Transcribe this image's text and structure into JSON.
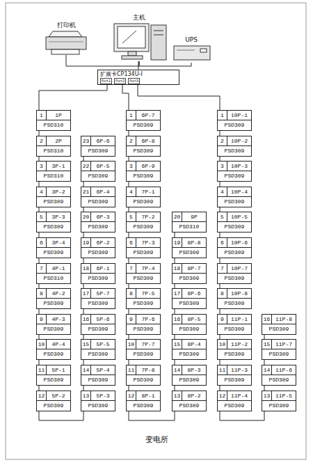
{
  "diagram": {
    "caption": "变电所",
    "nodes": [
      {
        "text": [
          "打印机"
        ]
      },
      {
        "text": [
          "主机"
        ]
      },
      {
        "text": [
          "UPS"
        ]
      },
      {
        "text": [
          "扩展卡CP134U-I",
          "Port1",
          "Port2",
          "Port3"
        ]
      },
      {
        "text": [
          "1",
          "1P",
          "PSD310"
        ]
      },
      {
        "text": [
          "2",
          "2P",
          "PSD310"
        ]
      },
      {
        "text": [
          "3",
          "3P-1",
          "PSD310"
        ]
      },
      {
        "text": [
          "4",
          "3P-2",
          "PSD309"
        ]
      },
      {
        "text": [
          "5",
          "3P-3",
          "PSD309"
        ]
      },
      {
        "text": [
          "6",
          "3P-4",
          "PSD309"
        ]
      },
      {
        "text": [
          "7",
          "4P-1",
          "PSD310"
        ]
      },
      {
        "text": [
          "8",
          "4P-2",
          "PSD309"
        ]
      },
      {
        "text": [
          "9",
          "4P-3",
          "PSD309"
        ]
      },
      {
        "text": [
          "10",
          "4P-4",
          "PSD309"
        ]
      },
      {
        "text": [
          "11",
          "5P-1",
          "PSD309"
        ]
      },
      {
        "text": [
          "12",
          "5P-2",
          "PSD309"
        ]
      },
      {
        "text": [
          "13",
          "5P-3",
          "PSD309"
        ]
      },
      {
        "text": [
          "14",
          "5P-4",
          "PSD309"
        ]
      },
      {
        "text": [
          "15",
          "5P-5",
          "PSD309"
        ]
      },
      {
        "text": [
          "16",
          "5P-6",
          "PSD309"
        ]
      },
      {
        "text": [
          "17",
          "5P-7",
          "PSD309"
        ]
      },
      {
        "text": [
          "18",
          "6P-1",
          "PSD309"
        ]
      },
      {
        "text": [
          "19",
          "6P-2",
          "PSD309"
        ]
      },
      {
        "text": [
          "20",
          "6P-3",
          "PSD309"
        ]
      },
      {
        "text": [
          "21",
          "6P-4",
          "PSD309"
        ]
      },
      {
        "text": [
          "22",
          "6P-5",
          "PSD309"
        ]
      },
      {
        "text": [
          "23",
          "6P-6",
          "PSD309"
        ]
      },
      {
        "text": [
          "1",
          "6P-7",
          "PSD309"
        ]
      },
      {
        "text": [
          "2",
          "6P-8",
          "PSD309"
        ]
      },
      {
        "text": [
          "3",
          "6P-9",
          "PSD309"
        ]
      },
      {
        "text": [
          "4",
          "7P-1",
          "PSD309"
        ]
      },
      {
        "text": [
          "5",
          "7P-2",
          "PSD309"
        ]
      },
      {
        "text": [
          "6",
          "7P-3",
          "PSD309"
        ]
      },
      {
        "text": [
          "7",
          "7P-4",
          "PSD309"
        ]
      },
      {
        "text": [
          "8",
          "7P-5",
          "PSD309"
        ]
      },
      {
        "text": [
          "9",
          "7P-6",
          "PSD309"
        ]
      },
      {
        "text": [
          "10",
          "7P-7",
          "PSD309"
        ]
      },
      {
        "text": [
          "11",
          "7P-8",
          "PSD309"
        ]
      },
      {
        "text": [
          "12",
          "8P-1",
          "PSD309"
        ]
      },
      {
        "text": [
          "13",
          "8P-2",
          "PSD309"
        ]
      },
      {
        "text": [
          "14",
          "8P-3",
          "PSD309"
        ]
      },
      {
        "text": [
          "15",
          "8P-4",
          "PSD309"
        ]
      },
      {
        "text": [
          "16",
          "8P-5",
          "PSD309"
        ]
      },
      {
        "text": [
          "17",
          "8P-6",
          "PSD309"
        ]
      },
      {
        "text": [
          "18",
          "8P-7",
          "PSD309"
        ]
      },
      {
        "text": [
          "19",
          "8P-8",
          "PSD309"
        ]
      },
      {
        "text": [
          "20",
          "9P",
          "PSD310"
        ]
      },
      {
        "text": [
          "1",
          "10P-1",
          "PSD309"
        ]
      },
      {
        "text": [
          "2",
          "10P-2",
          "PSD309"
        ]
      },
      {
        "text": [
          "3",
          "10P-3",
          "PSD309"
        ]
      },
      {
        "text": [
          "4",
          "10P-4",
          "PSD309"
        ]
      },
      {
        "text": [
          "5",
          "10P-5",
          "PSD309"
        ]
      },
      {
        "text": [
          "6",
          "10P-6",
          "PSD309"
        ]
      },
      {
        "text": [
          "7",
          "10P-7",
          "PSD309"
        ]
      },
      {
        "text": [
          "8",
          "10P-8",
          "PSD309"
        ]
      },
      {
        "text": [
          "9",
          "11P-1",
          "PSD309"
        ]
      },
      {
        "text": [
          "10",
          "11P-2",
          "PSD309"
        ]
      },
      {
        "text": [
          "11",
          "11P-3",
          "PSD309"
        ]
      },
      {
        "text": [
          "12",
          "11P-4",
          "PSD309"
        ]
      },
      {
        "text": [
          "13",
          "11P-5",
          "PSD309"
        ]
      },
      {
        "text": [
          "14",
          "11P-6",
          "PSD309"
        ]
      },
      {
        "text": [
          "15",
          "11P-7",
          "PSD309"
        ]
      },
      {
        "text": [
          "16",
          "11P-8",
          "PSD309"
        ]
      }
    ],
    "edges": [
      {
        "from": 1,
        "to": 0,
        "arrow": "none"
      },
      {
        "from": 1,
        "to": 2,
        "arrow": "none"
      },
      {
        "from": 1,
        "to": 3,
        "arrow": "none"
      },
      {
        "from": 3,
        "to": 4,
        "arrow": "none"
      },
      {
        "from": 3,
        "to": 27,
        "arrow": "none"
      },
      {
        "from": 3,
        "to": 47,
        "arrow": "none"
      },
      {
        "from": 4,
        "to": 5,
        "arrow": "none"
      },
      {
        "from": 5,
        "to": 6,
        "arrow": "none"
      },
      {
        "from": 6,
        "to": 7,
        "arrow": "none"
      },
      {
        "from": 7,
        "to": 8,
        "arrow": "none"
      },
      {
        "from": 8,
        "to": 9,
        "arrow": "none"
      },
      {
        "from": 9,
        "to": 10,
        "arrow": "none"
      },
      {
        "from": 10,
        "to": 11,
        "arrow": "none"
      },
      {
        "from": 11,
        "to": 12,
        "arrow": "none"
      },
      {
        "from": 12,
        "to": 13,
        "arrow": "none"
      },
      {
        "from": 13,
        "to": 14,
        "arrow": "none"
      },
      {
        "from": 14,
        "to": 15,
        "arrow": "none"
      },
      {
        "from": 15,
        "to": 16,
        "arrow": "none"
      },
      {
        "from": 16,
        "to": 17,
        "arrow": "none"
      },
      {
        "from": 17,
        "to": 18,
        "arrow": "none"
      },
      {
        "from": 18,
        "to": 19,
        "arrow": "none"
      },
      {
        "from": 19,
        "to": 20,
        "arrow": "none"
      },
      {
        "from": 20,
        "to": 21,
        "arrow": "none"
      },
      {
        "from": 21,
        "to": 22,
        "arrow": "none"
      },
      {
        "from": 22,
        "to": 23,
        "arrow": "none"
      },
      {
        "from": 23,
        "to": 24,
        "arrow": "none"
      },
      {
        "from": 24,
        "to": 25,
        "arrow": "none"
      },
      {
        "from": 25,
        "to": 26,
        "arrow": "none"
      },
      {
        "from": 27,
        "to": 28,
        "arrow": "none"
      },
      {
        "from": 28,
        "to": 29,
        "arrow": "none"
      },
      {
        "from": 29,
        "to": 30,
        "arrow": "none"
      },
      {
        "from": 30,
        "to": 31,
        "arrow": "none"
      },
      {
        "from": 31,
        "to": 32,
        "arrow": "none"
      },
      {
        "from": 32,
        "to": 33,
        "arrow": "none"
      },
      {
        "from": 33,
        "to": 34,
        "arrow": "none"
      },
      {
        "from": 34,
        "to": 35,
        "arrow": "none"
      },
      {
        "from": 35,
        "to": 36,
        "arrow": "none"
      },
      {
        "from": 36,
        "to": 37,
        "arrow": "none"
      },
      {
        "from": 37,
        "to": 38,
        "arrow": "none"
      },
      {
        "from": 38,
        "to": 39,
        "arrow": "none"
      },
      {
        "from": 39,
        "to": 40,
        "arrow": "none"
      },
      {
        "from": 40,
        "to": 41,
        "arrow": "none"
      },
      {
        "from": 41,
        "to": 42,
        "arrow": "none"
      },
      {
        "from": 42,
        "to": 43,
        "arrow": "none"
      },
      {
        "from": 43,
        "to": 44,
        "arrow": "none"
      },
      {
        "from": 44,
        "to": 45,
        "arrow": "none"
      },
      {
        "from": 45,
        "to": 46,
        "arrow": "none"
      },
      {
        "from": 47,
        "to": 48,
        "arrow": "none"
      },
      {
        "from": 48,
        "to": 49,
        "arrow": "none"
      },
      {
        "from": 49,
        "to": 50,
        "arrow": "none"
      },
      {
        "from": 50,
        "to": 51,
        "arrow": "none"
      },
      {
        "from": 51,
        "to": 52,
        "arrow": "none"
      },
      {
        "from": 52,
        "to": 53,
        "arrow": "none"
      },
      {
        "from": 53,
        "to": 54,
        "arrow": "none"
      },
      {
        "from": 54,
        "to": 55,
        "arrow": "none"
      },
      {
        "from": 55,
        "to": 56,
        "arrow": "none"
      },
      {
        "from": 56,
        "to": 57,
        "arrow": "none"
      },
      {
        "from": 57,
        "to": 58,
        "arrow": "none"
      },
      {
        "from": 58,
        "to": 59,
        "arrow": "none"
      },
      {
        "from": 59,
        "to": 60,
        "arrow": "none"
      },
      {
        "from": 60,
        "to": 61,
        "arrow": "none"
      },
      {
        "from": 61,
        "to": 62,
        "arrow": "none"
      }
    ]
  }
}
